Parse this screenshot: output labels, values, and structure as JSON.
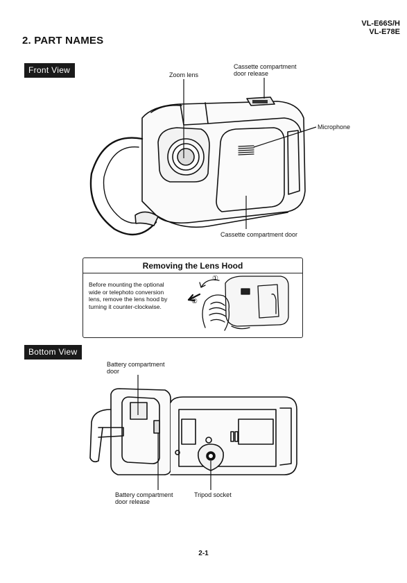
{
  "header": {
    "model_line_1": "VL-E66S/H",
    "model_line_2": "VL-E78E",
    "section_title": "2. PART NAMES"
  },
  "front_view": {
    "tag": "Front View",
    "labels": {
      "zoom_lens": "Zoom lens",
      "cassette_release_line_1": "Cassette compartment",
      "cassette_release_line_2": "door release",
      "microphone": "Microphone",
      "cassette_door": "Cassette compartment door"
    }
  },
  "lens_hood_box": {
    "title": "Removing the Lens Hood",
    "text_lines": [
      "Before mounting the optional",
      "wide or telephoto conversion",
      "lens, remove the lens hood by",
      "turning it counter-clockwise."
    ],
    "step_1": "①",
    "step_2": "②"
  },
  "bottom_view": {
    "tag": "Bottom View",
    "labels": {
      "battery_door_line_1": "Battery compartment",
      "battery_door_line_2": "door",
      "battery_release_line_1": "Battery compartment",
      "battery_release_line_2": "door release",
      "tripod_socket": "Tripod socket"
    }
  },
  "footer": {
    "page_number": "2-1"
  }
}
